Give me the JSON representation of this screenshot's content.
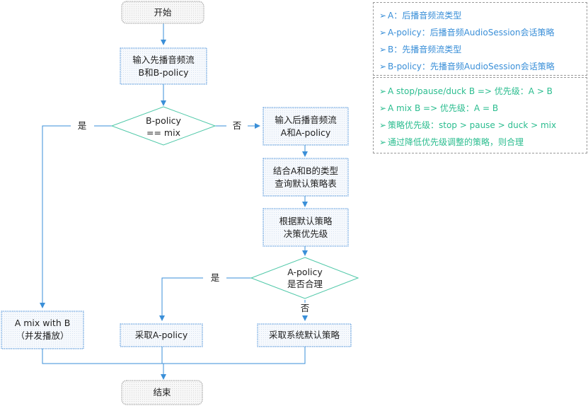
{
  "colors": {
    "process_stroke": "#4a90d9",
    "process_fill": "#f4f8fd",
    "terminal_stroke": "#9a9a9a",
    "terminal_fill": "#f4f4f4",
    "decision_stroke": "#4fc8a8",
    "connector": "#3a8fd8",
    "legend_defs_text": "#3a8fd8",
    "legend_rules_text": "#2bbd8f"
  },
  "nodes": {
    "start": {
      "label": "开始"
    },
    "input_b": {
      "line1": "输入先播音频流",
      "line2": "B和B-policy"
    },
    "decision_mix": {
      "line1": "B-policy",
      "line2": "== mix"
    },
    "input_a": {
      "line1": "输入后播音频流",
      "line2": "A和A-policy"
    },
    "query_table": {
      "line1": "结合A和B的类型",
      "line2": "查询默认策略表"
    },
    "decide_priority": {
      "line1": "根据默认策略",
      "line2": "决策优先级"
    },
    "decision_reasonable": {
      "line1": "A-policy",
      "line2": "是否合理"
    },
    "mix_result": {
      "line1": "A mix with B",
      "line2": "（并发播放）"
    },
    "use_a_policy": {
      "label": "采取A-policy"
    },
    "use_default": {
      "label": "采取系统默认策略"
    },
    "end": {
      "label": "结束"
    }
  },
  "edge_labels": {
    "mix_yes": "是",
    "mix_no": "否",
    "reasonable_yes": "是",
    "reasonable_no": "否"
  },
  "legend_definitions": [
    {
      "bullet": "➢",
      "text": "A：后播音频流类型"
    },
    {
      "bullet": "➢",
      "text": "A-policy：后播音频AudioSession会话策略"
    },
    {
      "bullet": "➢",
      "text": "B：先播音频流类型"
    },
    {
      "bullet": "➢",
      "text": "B-policy：先播音频AudioSession会话策略"
    }
  ],
  "legend_rules": [
    {
      "bullet": "➢",
      "text": "A stop/pause/duck B => 优先级：A > B"
    },
    {
      "bullet": "➢",
      "text": "A mix B => 优先级：A = B"
    },
    {
      "bullet": "➢",
      "text": "策略优先级：stop > pause > duck > mix"
    },
    {
      "bullet": "➢",
      "text": "通过降低优先级调整的策略，则合理"
    }
  ]
}
